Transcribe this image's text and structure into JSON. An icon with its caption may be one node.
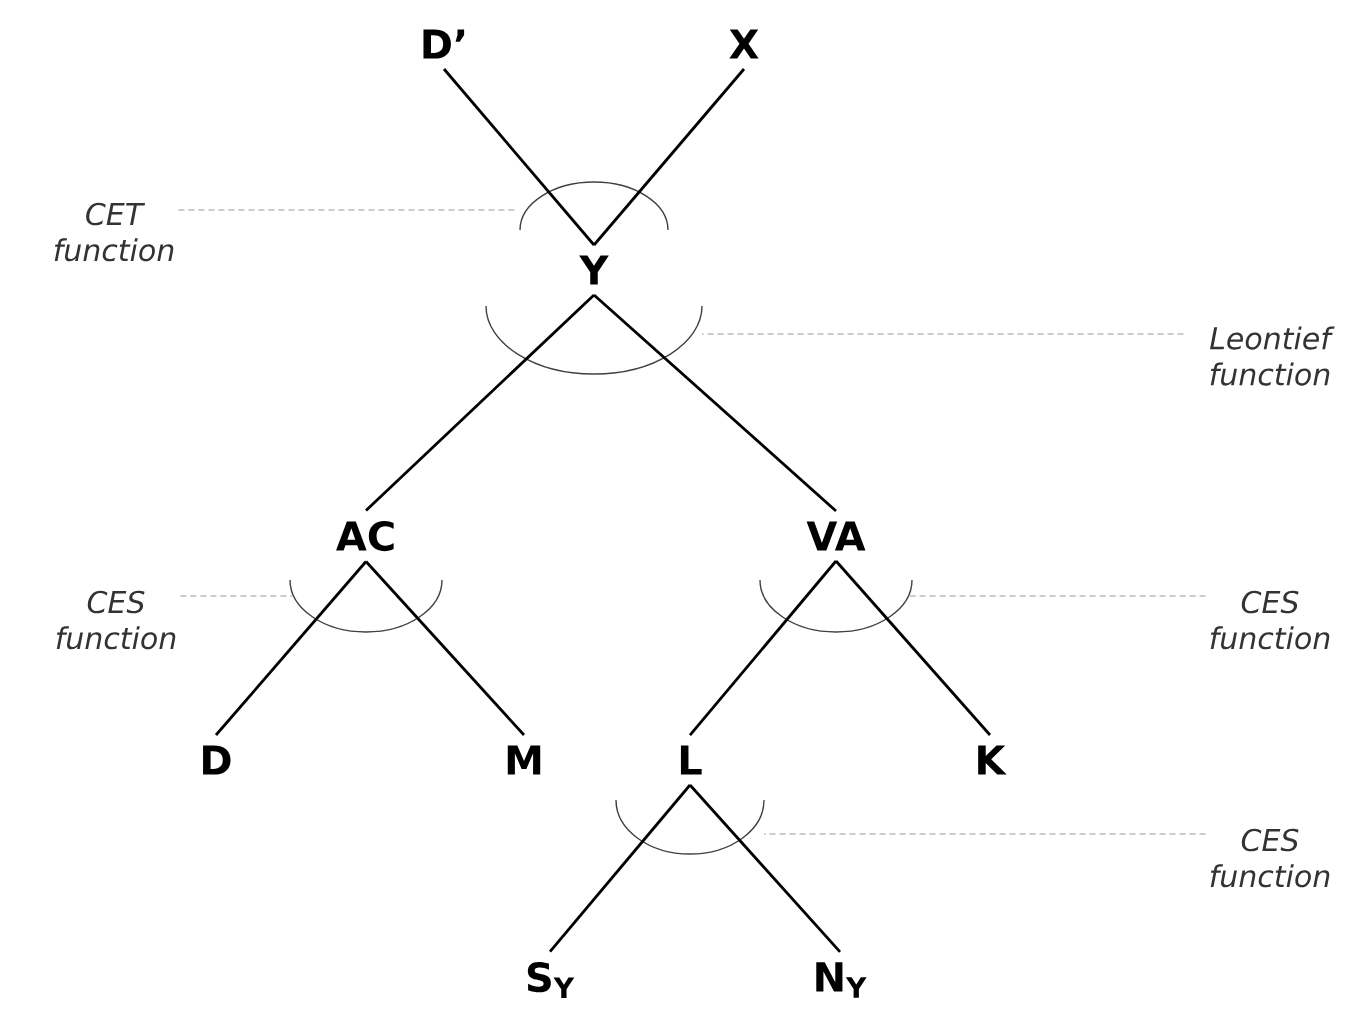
{
  "diagram": {
    "nodes": [
      {
        "text": [
          "D’"
        ]
      },
      {
        "text": [
          "X"
        ]
      },
      {
        "text": [
          "CET function"
        ]
      },
      {
        "text": [
          "Y"
        ]
      },
      {
        "text": [
          "Leontief function"
        ]
      },
      {
        "text": [
          "AC"
        ]
      },
      {
        "text": [
          "VA"
        ]
      },
      {
        "text": [
          "CES function"
        ]
      },
      {
        "text": [
          "CES function"
        ]
      },
      {
        "text": [
          "D"
        ]
      },
      {
        "text": [
          "M"
        ]
      },
      {
        "text": [
          "L"
        ]
      },
      {
        "text": [
          "K"
        ]
      },
      {
        "text": [
          "CES function"
        ]
      },
      {
        "text": [
          "S$_{Y}$"
        ]
      },
      {
        "text": [
          "N$_{Y}$"
        ]
      }
    ],
    "edges": [
      {
        "from": 0,
        "to": 3,
        "arrow": "none"
      },
      {
        "from": 1,
        "to": 3,
        "arrow": "none"
      },
      {
        "from": 2,
        "to": 3,
        "arrow": "none",
        "style": "dashed",
        "color": "#9a9a9a"
      },
      {
        "from": 4,
        "to": 3,
        "arrow": "none",
        "style": "dashed",
        "color": "#9a9a9a"
      },
      {
        "from": 3,
        "to": 5,
        "arrow": "none"
      },
      {
        "from": 3,
        "to": 6,
        "arrow": "none"
      },
      {
        "from": 7,
        "to": 5,
        "arrow": "none",
        "style": "dashed",
        "color": "#9a9a9a"
      },
      {
        "from": 8,
        "to": 6,
        "arrow": "none",
        "style": "dashed",
        "color": "#9a9a9a"
      },
      {
        "from": 5,
        "to": 9,
        "arrow": "none"
      },
      {
        "from": 5,
        "to": 10,
        "arrow": "none"
      },
      {
        "from": 6,
        "to": 11,
        "arrow": "none"
      },
      {
        "from": 6,
        "to": 12,
        "arrow": "none"
      },
      {
        "from": 13,
        "to": 11,
        "arrow": "none",
        "style": "dashed",
        "color": "#9a9a9a"
      },
      {
        "from": 11,
        "to": 14,
        "arrow": "none"
      },
      {
        "from": 11,
        "to": 15,
        "arrow": "none"
      }
    ]
  }
}
